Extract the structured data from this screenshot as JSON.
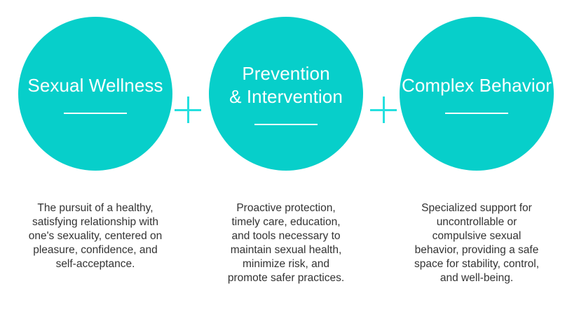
{
  "theme": {
    "circle_fill": "#07cfca",
    "title_color": "#ffffff",
    "rule_color": "#ffffff",
    "body_color": "#333333",
    "plus_color": "#25e0df",
    "background": "#ffffff"
  },
  "pillars": [
    {
      "title_lines": [
        "Sexual Wellness"
      ],
      "description_lines": [
        "The pursuit of a healthy,",
        "satisfying relationship with",
        "one's sexuality, centered on",
        "pleasure, confidence, and",
        "self-acceptance."
      ]
    },
    {
      "title_lines": [
        "Prevention",
        "& Intervention"
      ],
      "description_lines": [
        "Proactive protection,",
        "timely care, education,",
        "and tools necessary to",
        "maintain sexual health,",
        "minimize risk, and",
        "promote safer practices."
      ]
    },
    {
      "title_lines": [
        "Complex Behavior"
      ],
      "description_lines": [
        "Specialized support for",
        "uncontrollable or",
        "compulsive sexual",
        "behavior, providing a safe",
        "space for stability, control,",
        "and well-being."
      ]
    }
  ],
  "separators": [
    {
      "symbol": "+"
    },
    {
      "symbol": "+"
    }
  ]
}
